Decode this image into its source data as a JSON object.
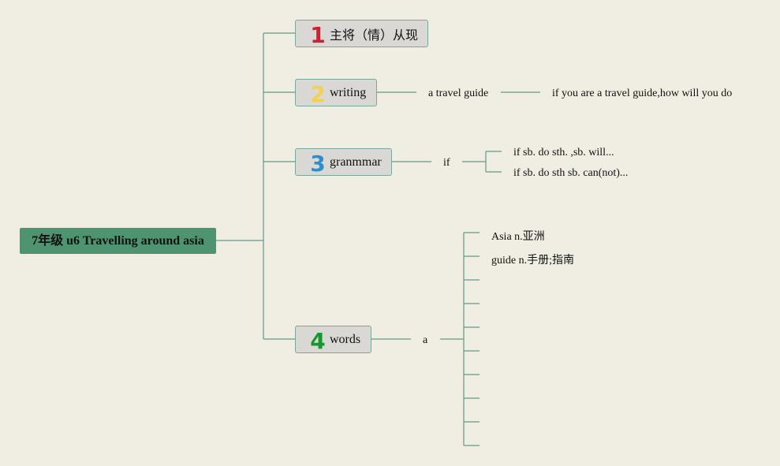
{
  "root": {
    "label": "7年级 u6 Travelling around asia"
  },
  "branches": [
    {
      "number": "1",
      "label": "主将（情）从现",
      "color": "#d0202e"
    },
    {
      "number": "2",
      "label": "writing",
      "color": "#f2d24a"
    },
    {
      "number": "3",
      "label": "granmmar",
      "color": "#2b8fd1"
    },
    {
      "number": "4",
      "label": "words",
      "color": "#16982f"
    }
  ],
  "writing": {
    "child": "a travel guide",
    "grandchild": "if you are a travel guide,how will you do"
  },
  "grammar": {
    "child": "if",
    "items": [
      "if sb. do sth. ,sb. will...",
      "if sb. do sth sb. can(not)..."
    ]
  },
  "words": {
    "child": "a",
    "items": [
      "Asia n.亚洲",
      "guide n.手册;指南"
    ]
  },
  "colors": {
    "line": "#5f9a87",
    "root_fill": "#4f9470",
    "branch_fill": "#d9d8d5",
    "background": "#f0ede3"
  }
}
